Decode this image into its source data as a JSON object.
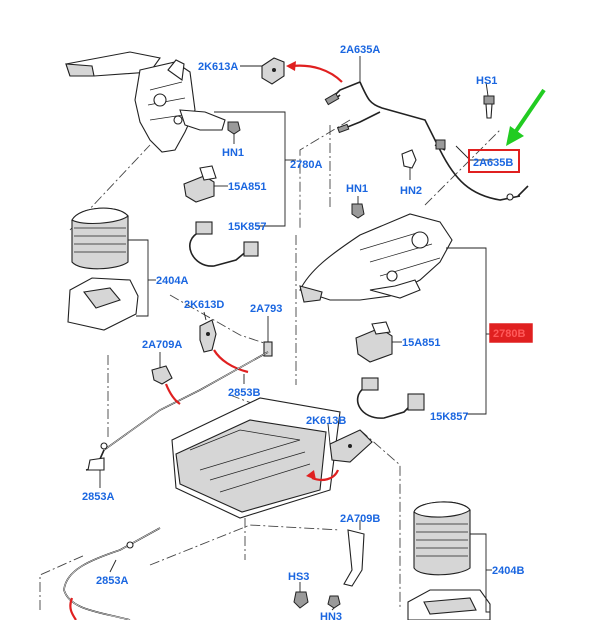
{
  "diagram": {
    "callouts": {
      "c_2k613a": "2K613A",
      "c_2a635a": "2A635A",
      "c_hs1": "HS1",
      "c_hn1_top": "HN1",
      "c_2780a": "2780A",
      "c_2a635b": "2A635B",
      "c_15a851_top": "15A851",
      "c_hn1_mid": "HN1",
      "c_hn2": "HN2",
      "c_15k857_top": "15K857",
      "c_2404a": "2404A",
      "c_2k613d": "2K613D",
      "c_2a793": "2A793",
      "c_2780b": "2780B",
      "c_2a709a": "2A709A",
      "c_15a851_mid": "15A851",
      "c_2853b": "2853B",
      "c_15k857_mid": "15K857",
      "c_2k613b": "2K613B",
      "c_2853a_left": "2853A",
      "c_2a709b": "2A709B",
      "c_2853a_bottom": "2853A",
      "c_2404b": "2404B",
      "c_hs3": "HS3",
      "c_hn3": "HN3"
    },
    "colors": {
      "callout_text": "#1a66e0",
      "highlight_red": "#e02020",
      "arrow_green": "#22cc22",
      "line": "#222222"
    }
  }
}
